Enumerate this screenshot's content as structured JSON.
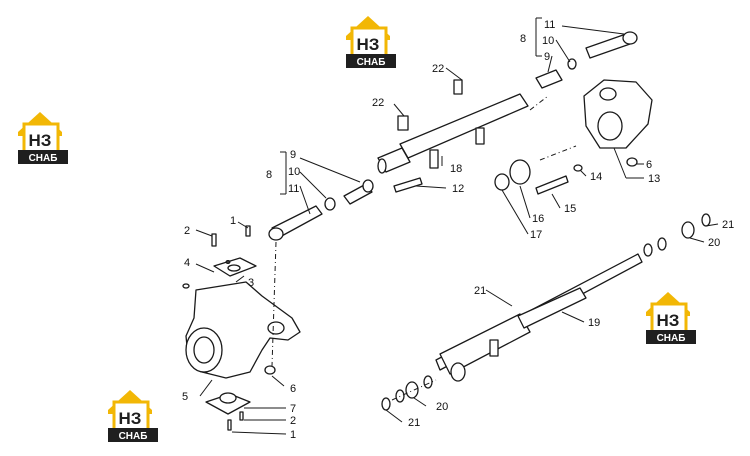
{
  "logo": {
    "mark": "НЗ",
    "caption": "СНАБ",
    "colors": {
      "accent": "#f2b705",
      "dark": "#1f1f1f",
      "text_light": "#ffffff"
    }
  },
  "callouts": {
    "c1a": "1",
    "c2a": "2",
    "c3": "3",
    "c4": "4",
    "c5": "5",
    "c6a": "6",
    "c7": "7",
    "c2b": "2",
    "c1b": "1",
    "c8a": "8",
    "c9a": "9",
    "c10a": "10",
    "c11a": "11",
    "c12": "12",
    "c22a": "22",
    "c22b": "22",
    "c18": "18",
    "c8b": "8",
    "c11b": "11",
    "c10b": "10",
    "c9b": "9",
    "c6b": "6",
    "c13": "13",
    "c14": "14",
    "c15": "15",
    "c16": "16",
    "c17": "17",
    "c21a": "21",
    "c20a": "20",
    "c21b": "21",
    "c19": "19",
    "c20b": "20",
    "c21c": "21"
  }
}
